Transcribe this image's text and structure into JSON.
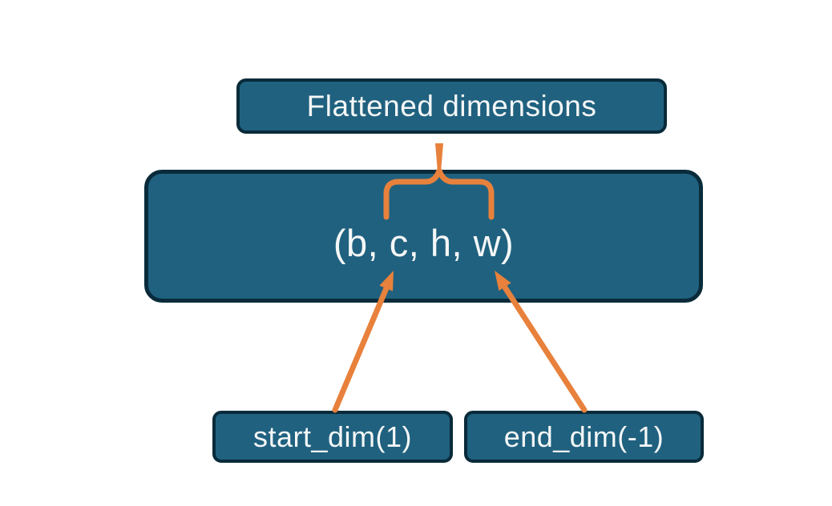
{
  "diagram": {
    "title_node": {
      "label": "Flattened dimensions"
    },
    "tensor_node": {
      "label": "(b, c, h, w)"
    },
    "start_node": {
      "label": "start_dim(1)"
    },
    "end_node": {
      "label": "end_dim(-1)"
    },
    "connectors": {
      "brace": "brace spanning c,h,w region of tensor pointing to Flattened dimensions",
      "start_arrow": "arrow from start_dim(1) to dimension c",
      "end_arrow": "arrow from end_dim(-1) to dimension w"
    }
  },
  "colors": {
    "node-fill": "#20617f",
    "node-border": "#092b3a",
    "connector": "#e8813c",
    "text": "#f5f7f7",
    "background": "#ffffff"
  }
}
